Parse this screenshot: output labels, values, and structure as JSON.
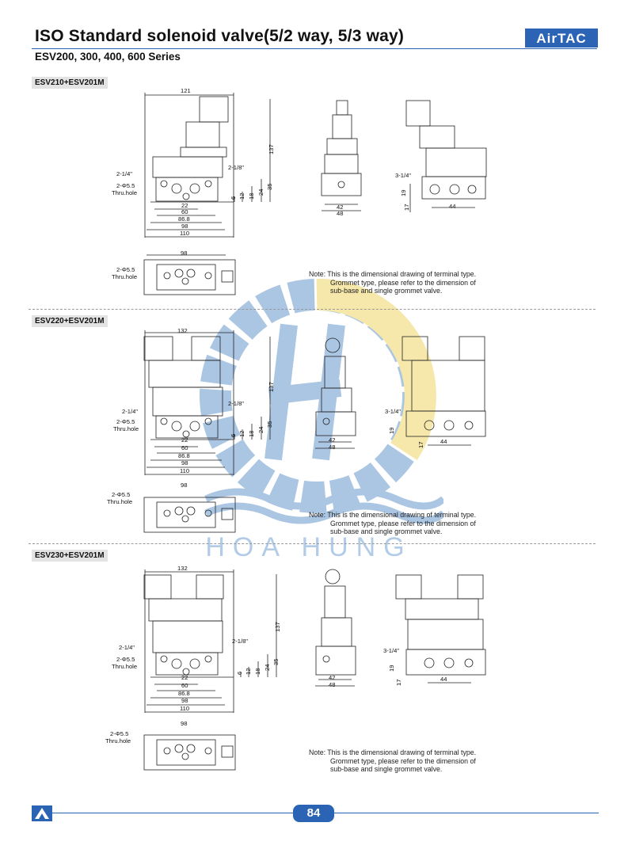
{
  "header": {
    "title": "ISO Standard solenoid valve(5/2 way, 5/3 way)",
    "subtitle": "ESV200, 300, 400, 600 Series",
    "brand": "AirTAC"
  },
  "sections": [
    {
      "label": "ESV210+ESV201M",
      "dims": {
        "overall_width": "121",
        "height": "137",
        "port_a": "2-1/4\"",
        "port_b": "2-1/8\"",
        "hole": "2-Φ5.5",
        "hole_note": "Thru.hole",
        "d22": "22",
        "d60": "60",
        "d868": "86.8",
        "d98": "98",
        "d110": "110",
        "v12": "12",
        "v18": "18",
        "v24": "24",
        "v35": "35",
        "v6": "6",
        "side_42": "42",
        "side_48": "48",
        "right_port": "3-1/4\"",
        "r19": "19",
        "r17": "17",
        "r44": "44",
        "plan_98": "98"
      },
      "note": {
        "line1": "Note: This is the dimensional drawing of terminal type.",
        "line2": "Grommet type, please refer to the dimension of",
        "line3": "sub-base and single grommet valve."
      }
    },
    {
      "label": "ESV220+ESV201M",
      "dims": {
        "overall_width": "132",
        "height": "137",
        "port_a": "2-1/4\"",
        "port_b": "2-1/8\"",
        "hole": "2-Φ5.5",
        "hole_note": "Thru.hole",
        "d22": "22",
        "d60": "60",
        "d868": "86.8",
        "d98": "98",
        "d110": "110",
        "v12": "12",
        "v18": "18",
        "v24": "24",
        "v35": "35",
        "v6": "6",
        "side_42": "42",
        "side_48": "48",
        "right_port": "3-1/4\"",
        "r19": "19",
        "r17": "17",
        "r44": "44",
        "plan_98": "98"
      },
      "note": {
        "line1": "Note: This is the dimensional drawing of terminal type.",
        "line2": "Grommet type, please refer to the dimension of",
        "line3": "sub-base and single grommet valve."
      }
    },
    {
      "label": "ESV230+ESV201M",
      "dims": {
        "overall_width": "132",
        "height": "137",
        "port_a": "2-1/4\"",
        "port_b": "2-1/8\"",
        "hole": "2-Φ5.5",
        "hole_note": "Thru.hole",
        "d22": "22",
        "d60": "60",
        "d868": "86.8",
        "d98": "98",
        "d110": "110",
        "v12": "12",
        "v18": "18",
        "v24": "24",
        "v35": "35",
        "v6": "6",
        "side_42": "42",
        "side_48": "48",
        "right_port": "3-1/4\"",
        "r19": "19",
        "r17": "17",
        "r44": "44",
        "plan_98": "98"
      },
      "note": {
        "line1": "Note: This is the dimensional drawing of terminal type.",
        "line2": "Grommet type, please refer to the dimension of",
        "line3": "sub-base and single grommet valve."
      }
    }
  ],
  "watermark": {
    "text": "HOA HUNG"
  },
  "footer": {
    "page_number": "84"
  },
  "colors": {
    "accent": "#2b63b5",
    "watermark_blue": "#8fb3da",
    "watermark_yellow": "#f3e08e"
  }
}
